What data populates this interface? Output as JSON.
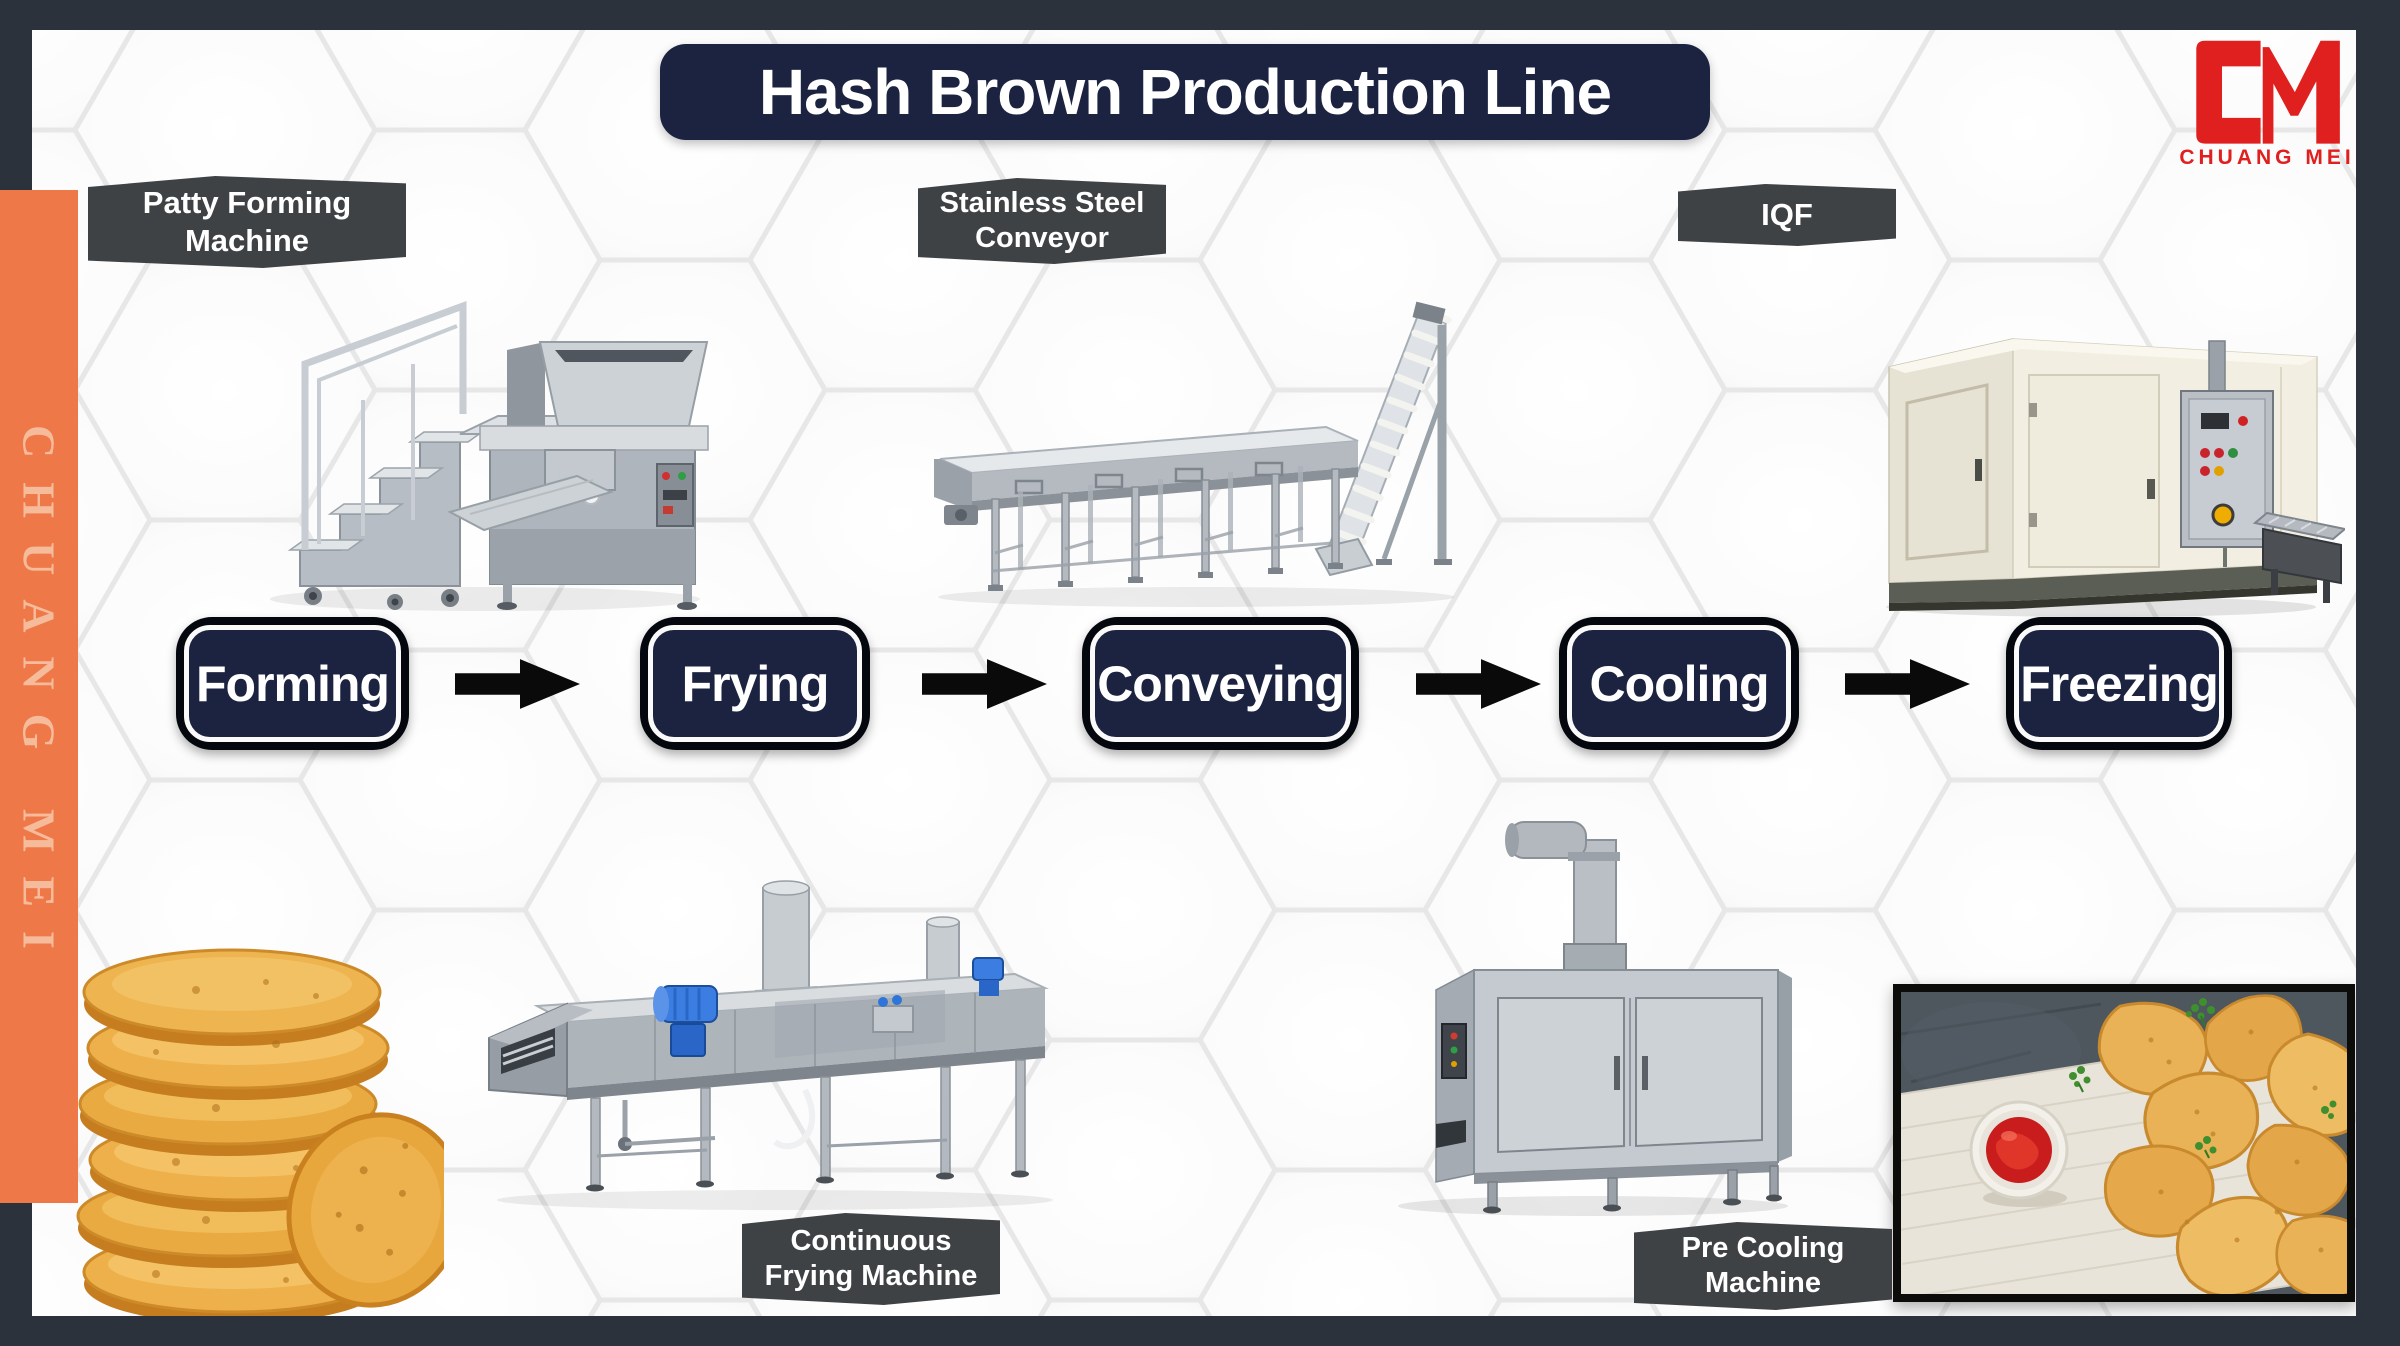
{
  "page": {
    "title": "Hash Brown Production Line"
  },
  "brand": {
    "monogram": "CM",
    "name": "CHUANG MEI",
    "sidebar_vertical_text": "CHUANG MEI"
  },
  "machine_labels": [
    {
      "line1": "Patty Forming",
      "line2": "Machine"
    },
    {
      "line1": "Stainless Steel",
      "line2": "Conveyor"
    },
    {
      "line1": "IQF",
      "line2": ""
    },
    {
      "line1": "Continuous",
      "line2": "Frying Machine"
    },
    {
      "line1": "Pre Cooling",
      "line2": "Machine"
    }
  ],
  "flow_steps": [
    "Forming",
    "Frying",
    "Conveying",
    "Cooling",
    "Freezing"
  ],
  "colors": {
    "accent_orange": "#ee7848",
    "sidebar_text": "#f6bb9b",
    "navy": "#1b2340",
    "frame_charcoal": "#2b323c",
    "banner_gray": "#3f4245",
    "logo_red": "#e01f1f",
    "canvas_bg": "#f7f7f7",
    "hex_line": "#e7e7e7"
  }
}
